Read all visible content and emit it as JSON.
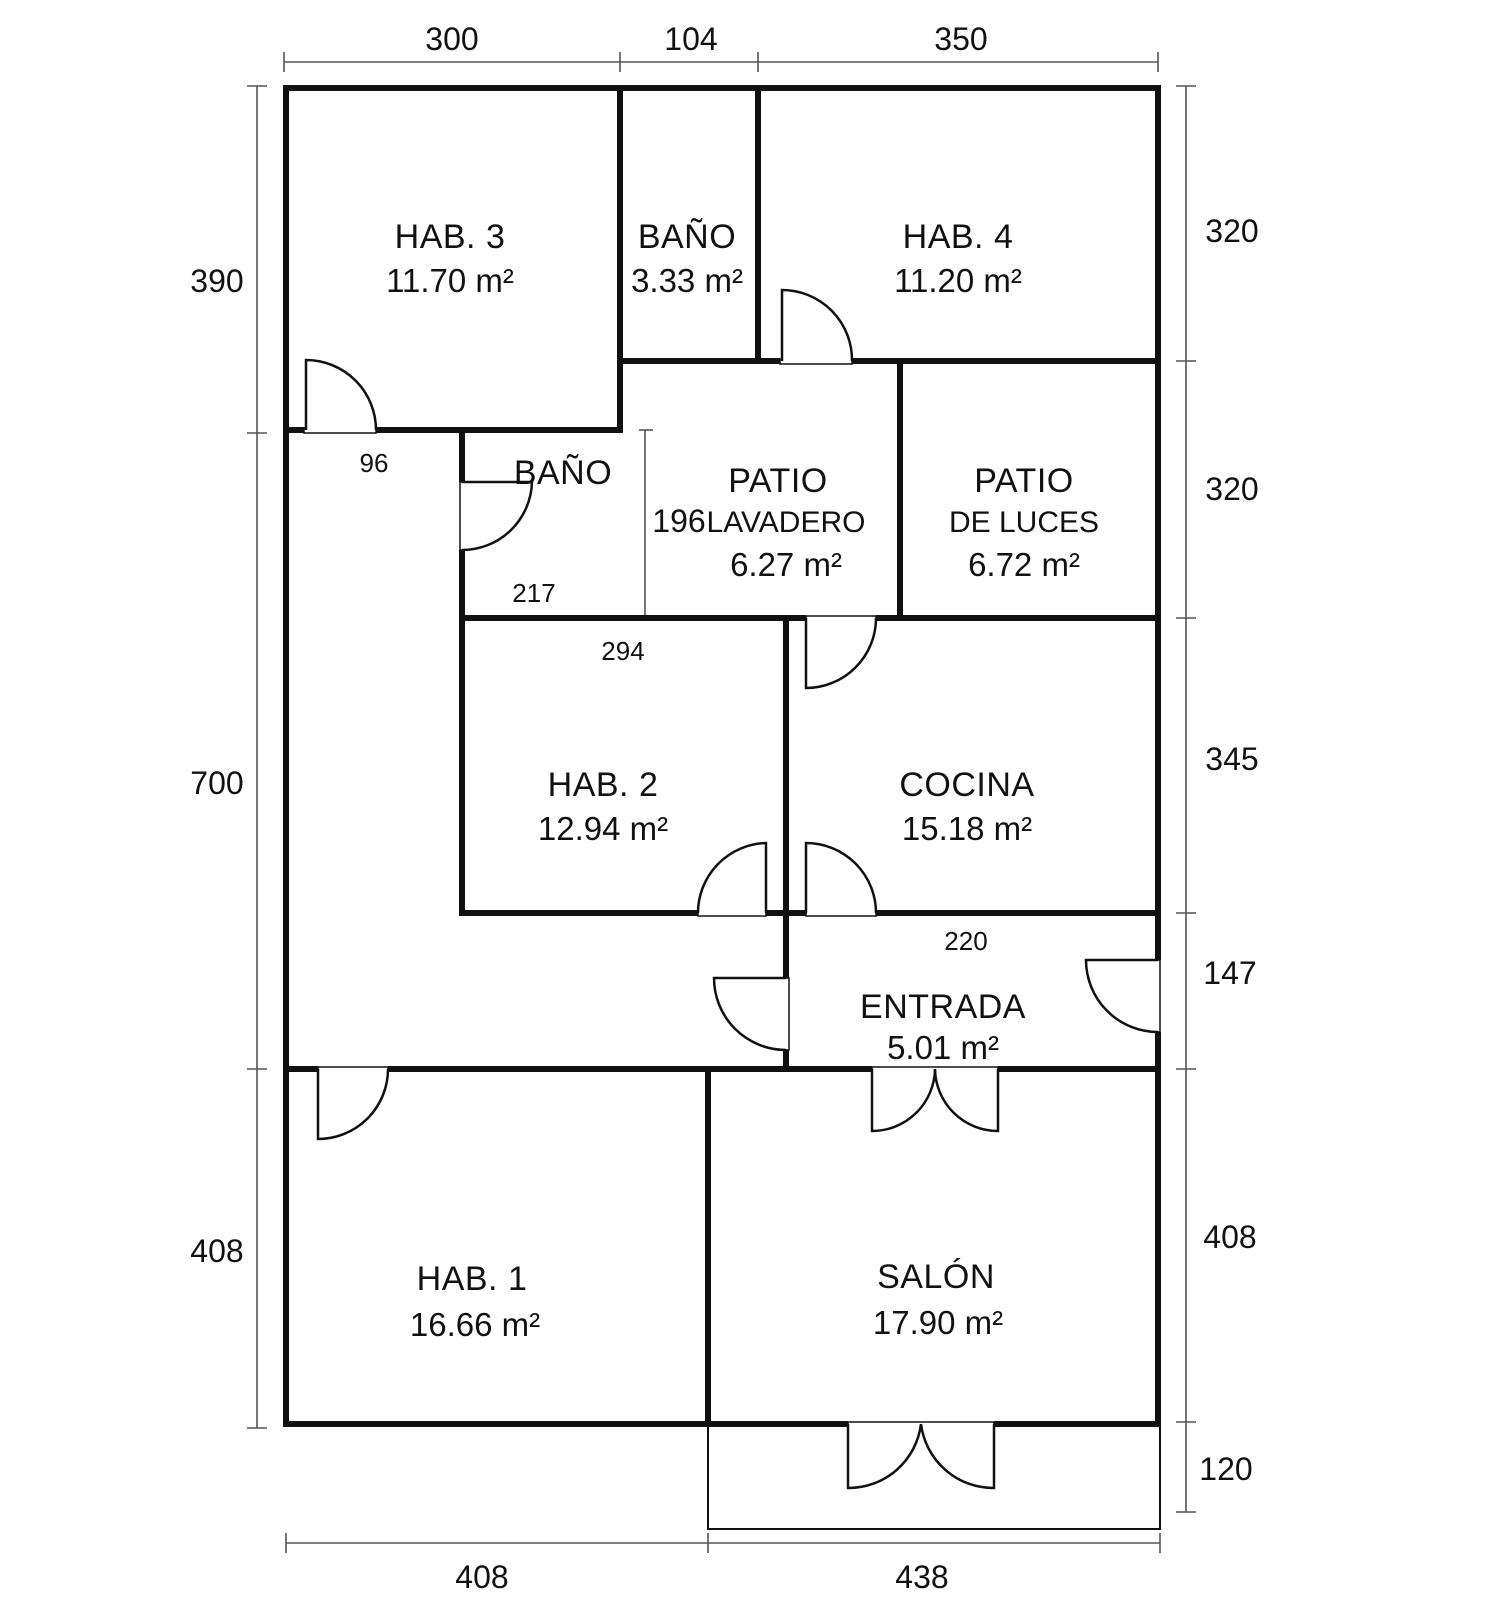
{
  "rooms": {
    "hab3": {
      "name": "HAB. 3",
      "area": "11.70 m²"
    },
    "bano1": {
      "name": "BAÑO",
      "area": "3.33 m²"
    },
    "hab4": {
      "name": "HAB. 4",
      "area": "11.20 m²"
    },
    "bano2": {
      "name": "BAÑO"
    },
    "patio1": {
      "line1": "PATIO",
      "line2": "LAVADERO",
      "area": "6.27 m²"
    },
    "patio2": {
      "line1": "PATIO",
      "line2": "DE LUCES",
      "area": "6.72 m²"
    },
    "hab2": {
      "name": "HAB. 2",
      "area": "12.94 m²"
    },
    "cocina": {
      "name": "COCINA",
      "area": "15.18 m²"
    },
    "entrada": {
      "name": "ENTRADA",
      "area": "5.01 m²"
    },
    "hab1": {
      "name": "HAB. 1",
      "area": "16.66 m²"
    },
    "salon": {
      "name": "SALÓN",
      "area": "17.90 m²"
    }
  },
  "dimensions": {
    "top": [
      "300",
      "104",
      "350"
    ],
    "left": [
      "390",
      "700",
      "408"
    ],
    "right": [
      "320",
      "320",
      "345",
      "147",
      "408",
      "120"
    ],
    "bottom": [
      "408",
      "438"
    ],
    "inner": {
      "d96": "96",
      "d217": "217",
      "d294": "294",
      "d196": "196",
      "d220": "220"
    }
  },
  "colors": {
    "wall": "#111111",
    "background": "#ffffff"
  }
}
